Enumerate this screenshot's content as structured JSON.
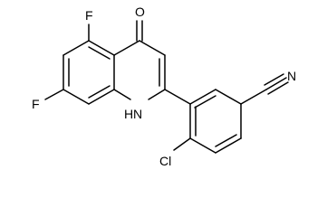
{
  "structure": {
    "atoms": {
      "oxygen": "O",
      "fluorine_top": "F",
      "fluorine_left": "F",
      "nitrogen_h": "H",
      "nitrogen_n": "N",
      "chlorine": "Cl",
      "nitrile_n": "N"
    }
  }
}
